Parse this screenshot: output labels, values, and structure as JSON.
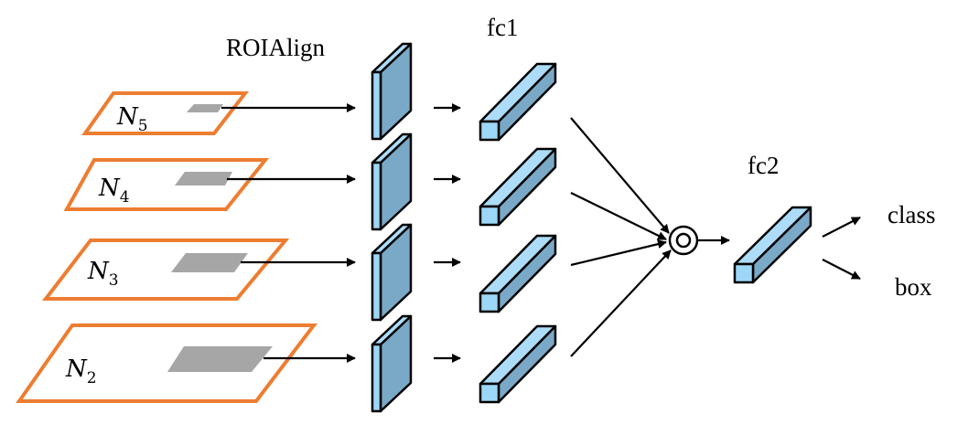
{
  "diagram": {
    "labels": {
      "roialign": "ROIAlign",
      "fc1": "fc1",
      "fc2": "fc2",
      "class": "class",
      "box": "box"
    },
    "levels": [
      {
        "letter": "N",
        "sub": "5"
      },
      {
        "letter": "N",
        "sub": "4"
      },
      {
        "letter": "N",
        "sub": "3"
      },
      {
        "letter": "N",
        "sub": "2"
      }
    ],
    "fusion_symbol": "element-wise fusion (max)",
    "colors": {
      "plane_border": "#ed7d31",
      "roi_fill": "#a6a6a6",
      "block_front": "#9dd7f7",
      "block_side": "#7aa9c7"
    }
  }
}
